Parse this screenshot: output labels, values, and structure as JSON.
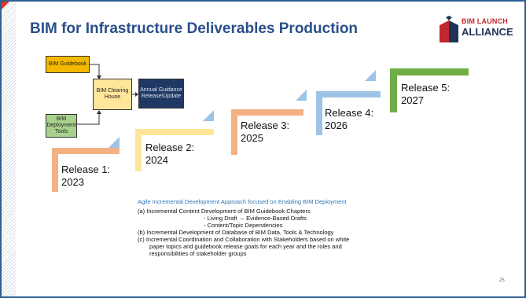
{
  "slide": {
    "title": "BIM for Infrastructure Deliverables Production",
    "page_number": "25"
  },
  "logo": {
    "top_text": "BIM LAUNCH",
    "main_text": "ALLIANCE",
    "colors": {
      "red": "#c0282d",
      "navy": "#1e3557"
    }
  },
  "flow": {
    "guidebook": "BIM Guidebook",
    "clearing_house": "BIM Clearing House",
    "deployment_tools": "BIM Deployment Tools",
    "annual_release": "Annual Guidance Release\\Update"
  },
  "releases": [
    {
      "label": "Release 1:",
      "year": "2023",
      "color": "#f4b183"
    },
    {
      "label": "Release 2:",
      "year": "2024",
      "color": "#ffe699"
    },
    {
      "label": "Release 3:",
      "year": "2025",
      "color": "#f4b183"
    },
    {
      "label": "Release 4:",
      "year": "2026",
      "color": "#9dc3e6"
    },
    {
      "label": "Release 5:",
      "year": "2027",
      "color": "#70ad47"
    }
  ],
  "approach": {
    "heading": "Agile Incremental Development Approach focused on Enabling BIM Deployment",
    "items": [
      "(a)  Incremental Content Development of BIM Guidebook Chapters",
      "- Living Draft → Evidence-Based Drafts",
      "- Content/Topic Dependencies",
      "(b)  Incremental Development of Database of BIM Data, Tools & Technology",
      "(c)  Incremental Coordination and Collaboration with Stakeholders based on white",
      "paper topics and guidebook release goals for each year and the roles and",
      "responsibilities of stakeholder groups"
    ]
  }
}
